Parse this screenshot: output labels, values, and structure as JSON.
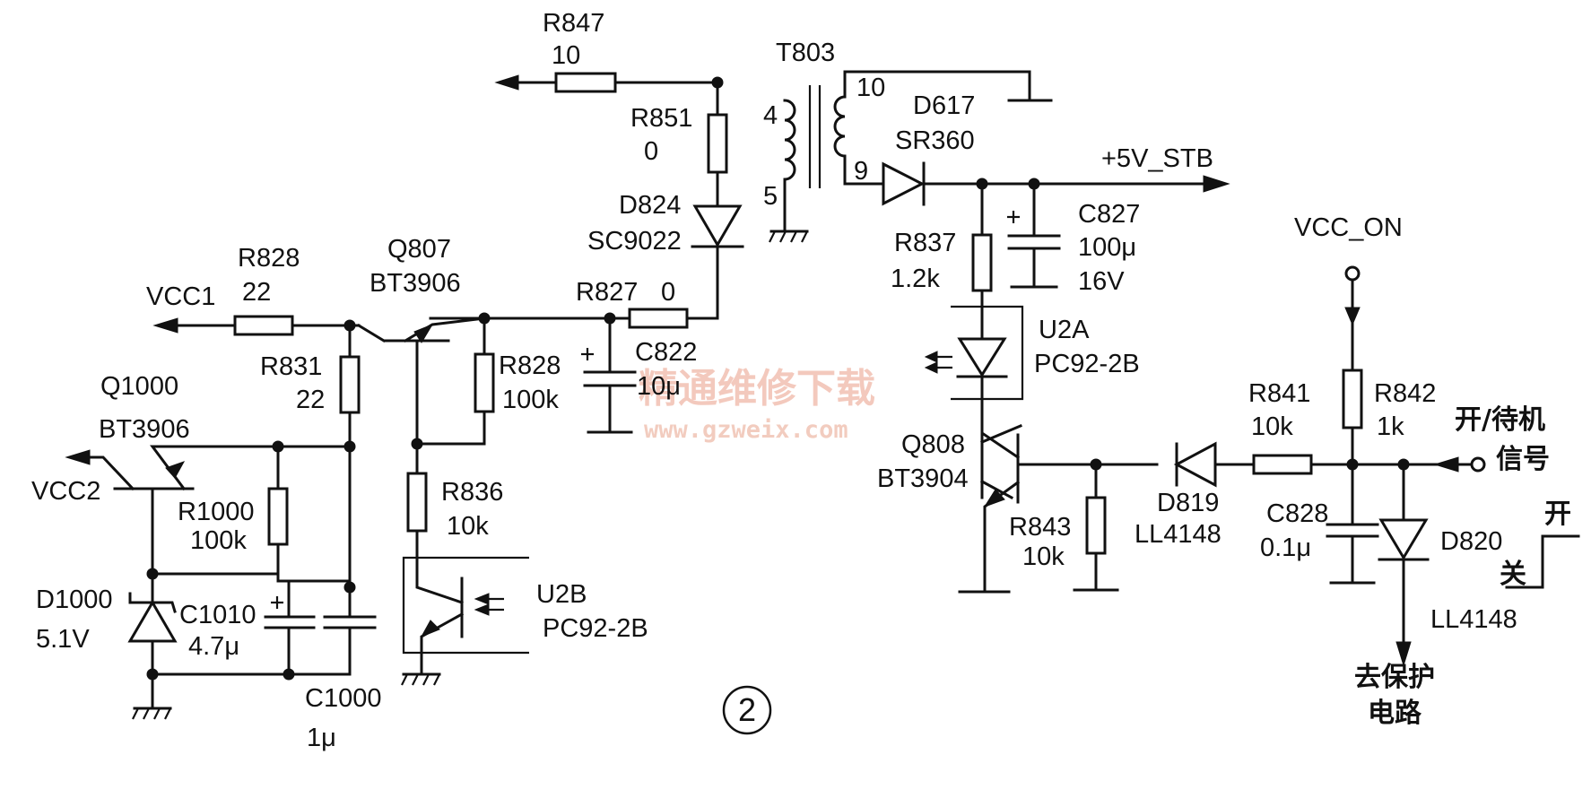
{
  "figure_number": "②",
  "watermark": {
    "cn": "精通维修下载",
    "url": "www.gzweix.com"
  },
  "components": {
    "r847": {
      "ref": "R847",
      "val": "10"
    },
    "t803": {
      "ref": "T803",
      "pin10": "10",
      "pin9": "9",
      "pin4": "4",
      "pin5": "5"
    },
    "r851": {
      "ref": "R851",
      "val": "0"
    },
    "d824": {
      "ref": "D824",
      "val": "SC9022"
    },
    "d617": {
      "ref": "D617",
      "val": "SR360"
    },
    "c827": {
      "ref": "C827",
      "val": "100μ",
      "volt": "16V"
    },
    "r837": {
      "ref": "R837",
      "val": "1.2k"
    },
    "r827": {
      "ref": "R827",
      "val": "0"
    },
    "c822": {
      "ref": "C822",
      "val": "10μ"
    },
    "q807": {
      "ref": "Q807",
      "val": "BT3906"
    },
    "r828a": {
      "ref": "R828",
      "val": "22"
    },
    "r828b": {
      "ref": "R828",
      "val": "100k"
    },
    "r831": {
      "ref": "R831",
      "val": "22"
    },
    "q1000": {
      "ref": "Q1000",
      "val": "BT3906"
    },
    "r1000": {
      "ref": "R1000",
      "val": "100k"
    },
    "d1000": {
      "ref": "D1000",
      "val": "5.1V"
    },
    "c1010": {
      "ref": "C1010",
      "val": "4.7μ"
    },
    "c1000": {
      "ref": "C1000",
      "val": "1μ"
    },
    "r836": {
      "ref": "R836",
      "val": "10k"
    },
    "u2b": {
      "ref": "U2B",
      "val": "PC92-2B"
    },
    "u2a": {
      "ref": "U2A",
      "val": "PC92-2B"
    },
    "q808": {
      "ref": "Q808",
      "val": "BT3904"
    },
    "r843": {
      "ref": "R843",
      "val": "10k"
    },
    "d819": {
      "ref": "D819",
      "val": "LL4148"
    },
    "r841": {
      "ref": "R841",
      "val": "10k"
    },
    "r842": {
      "ref": "R842",
      "val": "1k"
    },
    "c828": {
      "ref": "C828",
      "val": "0.1μ"
    },
    "d820": {
      "ref": "D820",
      "val": "LL4148"
    }
  },
  "nets": {
    "vcc1": "VCC1",
    "vcc2": "VCC2",
    "v5stb": "+5V_STB",
    "vcc_on": "VCC_ON",
    "signal_line1": "开/待机",
    "signal_line2": "信号",
    "switch_on": "开",
    "switch_off": "关",
    "protect_line1": "去保护",
    "protect_line2": "电路"
  }
}
